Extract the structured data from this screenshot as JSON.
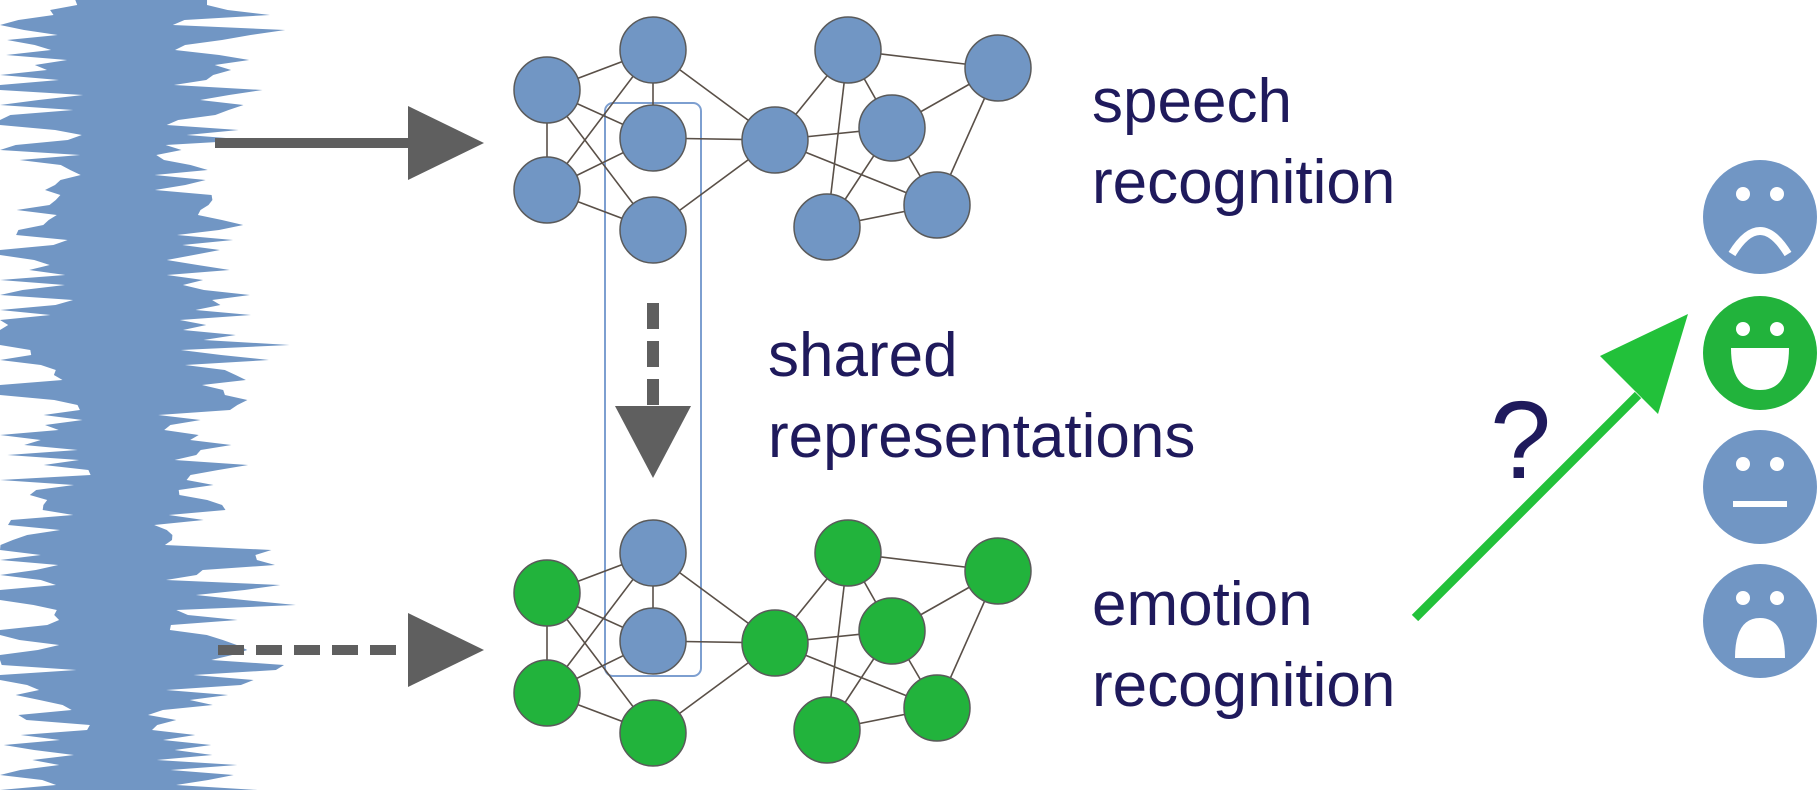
{
  "labels": {
    "speech_line1": "speech",
    "speech_line2": "recognition",
    "shared_line1": "shared",
    "shared_line2": "representations",
    "emotion_line1": "emotion",
    "emotion_line2": "recognition",
    "question": "?"
  },
  "colors": {
    "text": "#1f1a5c",
    "blue_node": "#7196c4",
    "green_node": "#22b33c",
    "arrow_gray": "#5f5f5f",
    "waveform": "#7196c4",
    "shared_box": "#7d9fd0",
    "green_arrow": "#22c13a"
  },
  "icons": {
    "waveform": "audio-waveform-icon",
    "faces": [
      "sad-face-icon",
      "happy-face-icon",
      "neutral-face-icon",
      "surprised-face-icon"
    ],
    "highlighted_face": "happy-face-icon"
  }
}
